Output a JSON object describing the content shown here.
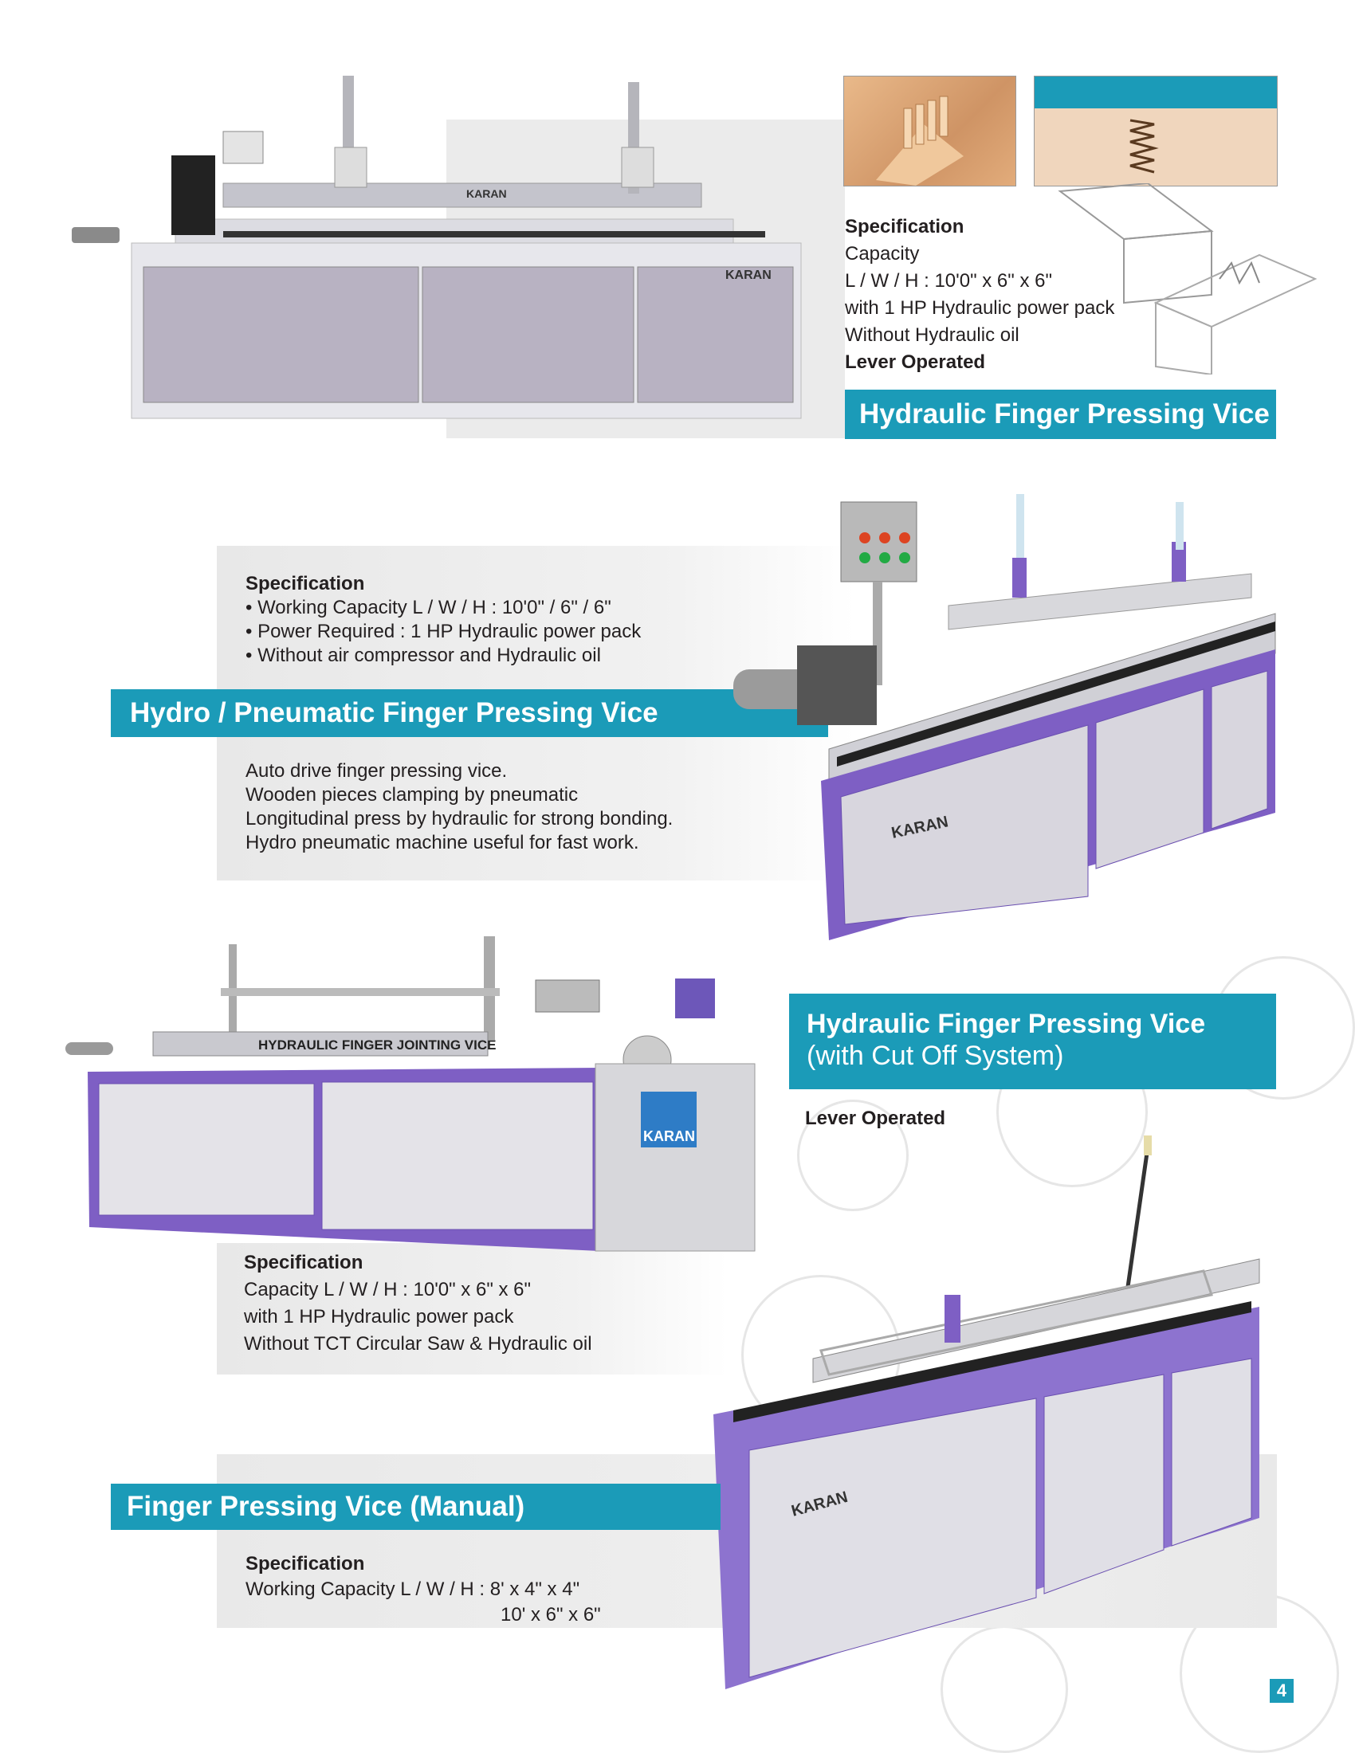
{
  "section1": {
    "spec_heading": "Specification",
    "lines": [
      "Capacity",
      "L / W / H : 10'0\" x 6\" x 6\"",
      "with 1 HP Hydraulic power pack",
      "Without Hydraulic oil"
    ],
    "bold_line": "Lever Operated",
    "title": "Hydraulic Finger Pressing Vice",
    "machine_brand": "KARAN"
  },
  "section2": {
    "spec_heading": "Specification",
    "bullets": [
      "Working Capacity L / W / H : 10'0\" / 6\" / 6\"",
      "Power Required : 1 HP Hydraulic power pack",
      "Without air compressor and Hydraulic oil"
    ],
    "title": "Hydro / Pneumatic Finger Pressing Vice",
    "description": [
      "Auto drive finger pressing vice.",
      "Wooden pieces clamping by pneumatic",
      "Longitudinal press by hydraulic for strong bonding.",
      "Hydro pneumatic machine useful for fast work."
    ],
    "machine_brand": "KARAN"
  },
  "section3": {
    "title_line1": "Hydraulic Finger Pressing Vice",
    "title_line2": "(with Cut Off System)",
    "machine_label": "HYDRAULIC FINGER JOINTING VICE",
    "machine_brand": "KARAN",
    "spec_heading": "Specification",
    "lines": [
      "Capacity L / W / H : 10'0\" x 6\" x 6\"",
      "with 1 HP Hydraulic power pack",
      "Without TCT Circular Saw & Hydraulic oil"
    ]
  },
  "section4": {
    "bold_line": "Lever Operated",
    "title": "Finger Pressing Vice (Manual)",
    "spec_heading": "Specification",
    "line1": "Working Capacity L / W / H :  8' x 4\" x 4\"",
    "line2": "10' x 6\" x 6\"",
    "machine_brand": "KARAN"
  },
  "page_number": "4",
  "colors": {
    "accent": "#1b9bb8",
    "machine_purple": "#7e5fc4",
    "panel_gray": "#c9c5cf"
  }
}
